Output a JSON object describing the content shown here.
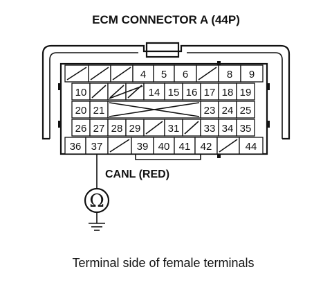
{
  "title": "ECM CONNECTOR A (44P)",
  "caption": "Terminal side of female terminals",
  "probe_label": "CANL (RED)",
  "meter_symbol": "Ω",
  "rows": [
    [
      "",
      "",
      "",
      "4",
      "5",
      "6",
      "",
      "8",
      "9"
    ],
    [
      "10",
      "",
      "",
      "",
      "14",
      "15",
      "16",
      "17",
      "18",
      "19"
    ],
    [
      "20",
      "21",
      "",
      "",
      "",
      "",
      "",
      "23",
      "24",
      "25"
    ],
    [
      "26",
      "27",
      "28",
      "29",
      "",
      "31",
      "",
      "33",
      "34",
      "35"
    ],
    [
      "36",
      "37",
      "",
      "39",
      "40",
      "41",
      "42",
      "",
      "44"
    ]
  ]
}
